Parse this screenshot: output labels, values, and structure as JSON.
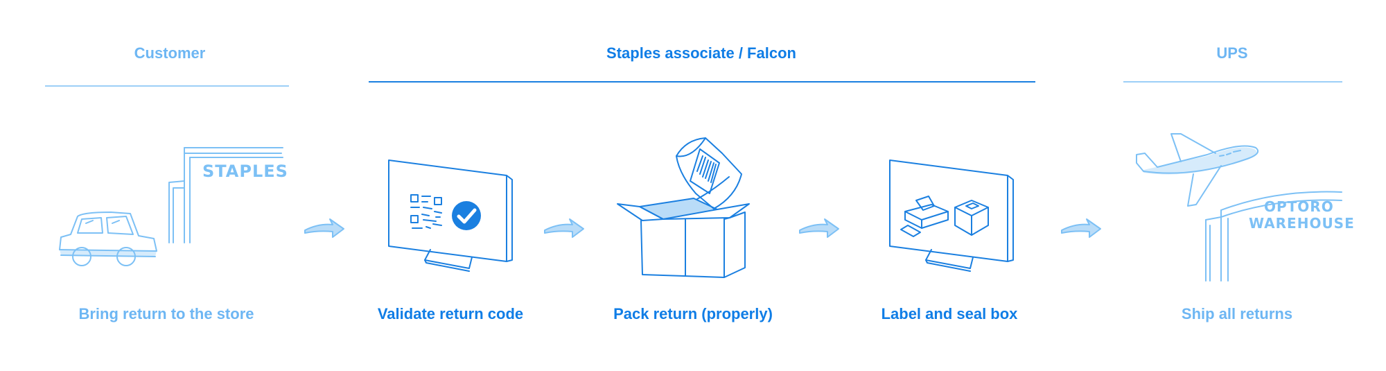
{
  "lanes": {
    "customer": "Customer",
    "associate": "Staples associate / Falcon",
    "ups": "UPS"
  },
  "steps": {
    "bring": "Bring return to the store",
    "validate": "Validate return code",
    "pack": "Pack return (properly)",
    "label": "Label and seal box",
    "ship": "Ship all returns"
  },
  "signs": {
    "store": "STAPLES",
    "warehouse_line1": "OPTORO",
    "warehouse_line2": "WAREHOUSE"
  },
  "colors": {
    "strong": "#0f7de6",
    "faded": "#6db6f3",
    "line_strong": "#1a7fe0",
    "line_faded": "#9ccff7",
    "fill": "#b9dcf8"
  },
  "icons": [
    "car-icon",
    "store-building-icon",
    "arrow-icon",
    "monitor-icon",
    "qr-code-icon",
    "check-circle-icon",
    "open-box-icon",
    "barcode-bag-icon",
    "printer-icon",
    "sealed-box-icon",
    "airplane-icon",
    "warehouse-building-icon"
  ]
}
